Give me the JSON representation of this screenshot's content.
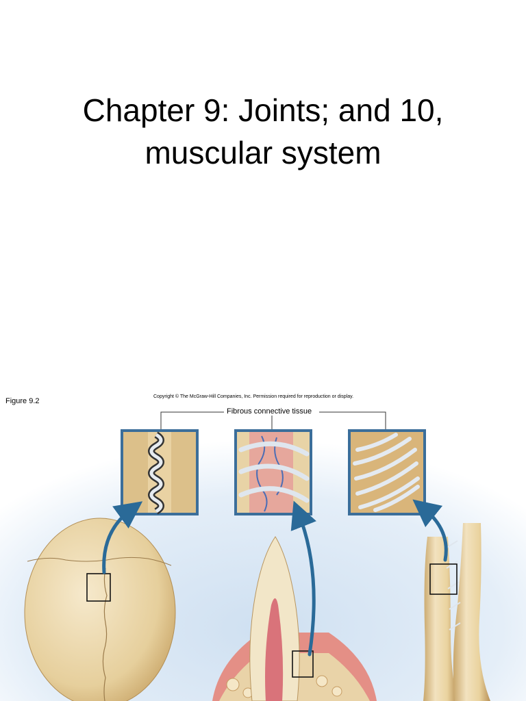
{
  "slide": {
    "title_line1": "Chapter 9: Joints; and 10,",
    "title_line2": "muscular system"
  },
  "figure": {
    "label": "Figure 9.2",
    "copyright": "Copyright © The McGraw-Hill Companies, Inc. Permission required for reproduction or display.",
    "callout_label": "Fibrous connective tissue",
    "colors": {
      "background_blue": "#dde9f5",
      "bone": "#ecd9b0",
      "bone_shadow": "#c9a76c",
      "gum_pink": "#e48f86",
      "arrow_blue": "#2a6a98",
      "fiber_white": "#e8eef4"
    }
  }
}
